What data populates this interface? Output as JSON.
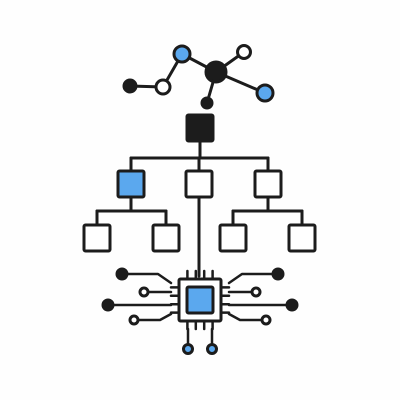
{
  "colors": {
    "background": "#FEFEFE",
    "stroke": "#1C1C1C",
    "fill_dark": "#1C1C1C",
    "fill_light": "#FFFFFF",
    "fill_accent": "#5BA8EE"
  },
  "icons": {
    "top_cluster": "molecule-network-icon",
    "org_chart": "hierarchy-tree-icon",
    "chip": "cpu-chip-icon"
  },
  "graph": {
    "nodes": [
      {
        "id": "hub",
        "fill": "dark"
      },
      {
        "id": "blue-top",
        "fill": "accent"
      },
      {
        "id": "white-left",
        "fill": "light"
      },
      {
        "id": "dark-left",
        "fill": "dark"
      },
      {
        "id": "white-top-right",
        "fill": "light"
      },
      {
        "id": "blue-right",
        "fill": "accent"
      },
      {
        "id": "dark-bottom",
        "fill": "dark"
      }
    ],
    "edges": [
      [
        "dark-left",
        "white-left"
      ],
      [
        "white-left",
        "blue-top"
      ],
      [
        "blue-top",
        "hub"
      ],
      [
        "hub",
        "white-top-right"
      ],
      [
        "hub",
        "blue-right"
      ],
      [
        "hub",
        "dark-bottom"
      ]
    ]
  },
  "tree": {
    "root": {
      "fill": "dark"
    },
    "level1": [
      {
        "fill": "accent"
      },
      {
        "fill": "light"
      },
      {
        "fill": "light"
      }
    ],
    "level2": [
      {
        "fill": "light",
        "parent": 0
      },
      {
        "fill": "light",
        "parent": 0
      },
      {
        "fill": "light",
        "parent": 2
      },
      {
        "fill": "light",
        "parent": 2
      }
    ]
  },
  "chip": {
    "die_fill": "accent",
    "pins_per_side": 4,
    "left_traces": [
      {
        "terminal": "dark"
      },
      {
        "terminal": "light"
      },
      {
        "terminal": "dark"
      },
      {
        "terminal": "light"
      }
    ],
    "right_traces": [
      {
        "terminal": "dark"
      },
      {
        "terminal": "light"
      },
      {
        "terminal": "dark"
      },
      {
        "terminal": "light"
      }
    ],
    "bottom_terminals": [
      {
        "fill": "accent"
      },
      {
        "fill": "accent"
      }
    ]
  }
}
